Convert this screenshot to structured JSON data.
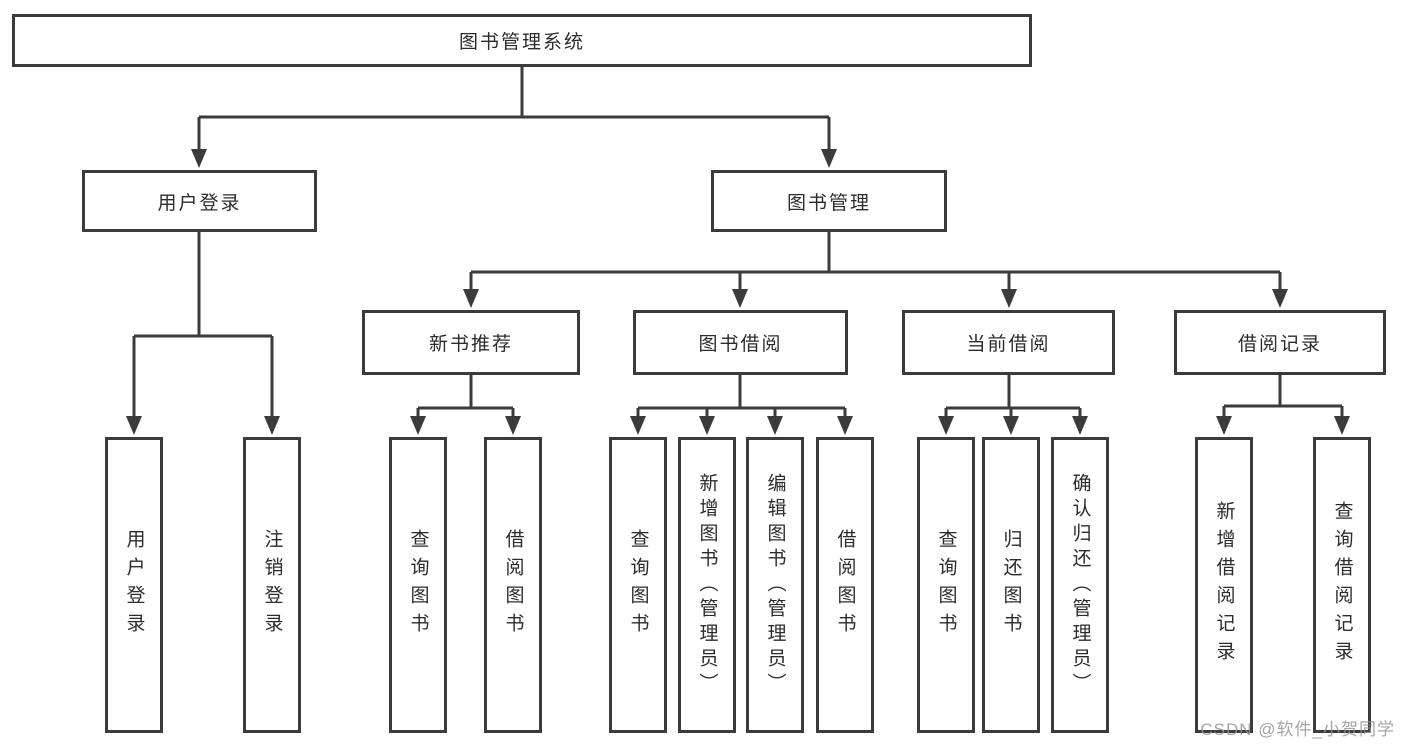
{
  "colors": {
    "background": "#ffffff",
    "box_fill": "#ffffff",
    "box_border": "#3b3b3b",
    "line": "#3b3b3b",
    "text": "#2c2c2c",
    "watermark": "#949494"
  },
  "watermark": {
    "text": "CSDN @软件_小贺同学"
  },
  "tree": {
    "label": "图书管理系统",
    "children": [
      {
        "label": "用户登录",
        "children": [
          {
            "label": "用户登录"
          },
          {
            "label": "注销登录"
          }
        ]
      },
      {
        "label": "图书管理",
        "children": [
          {
            "label": "新书推荐",
            "children": [
              {
                "label": "查询图书"
              },
              {
                "label": "借阅图书"
              }
            ]
          },
          {
            "label": "图书借阅",
            "children": [
              {
                "label": "查询图书"
              },
              {
                "label": "新增图书（管理员）"
              },
              {
                "label": "编辑图书（管理员）"
              },
              {
                "label": "借阅图书"
              }
            ]
          },
          {
            "label": "当前借阅",
            "children": [
              {
                "label": "查询图书"
              },
              {
                "label": "归还图书"
              },
              {
                "label": "确认归还（管理员）"
              }
            ]
          },
          {
            "label": "借阅记录",
            "children": [
              {
                "label": "新增借阅记录"
              },
              {
                "label": "查询借阅记录"
              }
            ]
          }
        ]
      }
    ]
  }
}
